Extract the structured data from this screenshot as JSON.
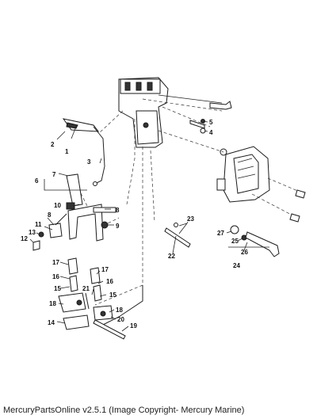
{
  "footer": {
    "caption": "MercuryPartsOnline v2.5.1 (Image Copyright- Mercury Marine)"
  },
  "callouts": {
    "c1": "1",
    "c2": "2",
    "c3": "3",
    "c4": "4",
    "c5": "5",
    "c6": "6",
    "c7": "7",
    "c8a": "8",
    "c8b": "8",
    "c9": "9",
    "c10": "10",
    "c11": "11",
    "c12": "12",
    "c13": "13",
    "c14": "14",
    "c15a": "15",
    "c15b": "15",
    "c16a": "16",
    "c16b": "16",
    "c17a": "17",
    "c17b": "17",
    "c18a": "18",
    "c18b": "18",
    "c19": "19",
    "c20": "20",
    "c21": "21",
    "c22": "22",
    "c23": "23",
    "c24": "24",
    "c25": "25",
    "c26": "26",
    "c27": "27"
  }
}
